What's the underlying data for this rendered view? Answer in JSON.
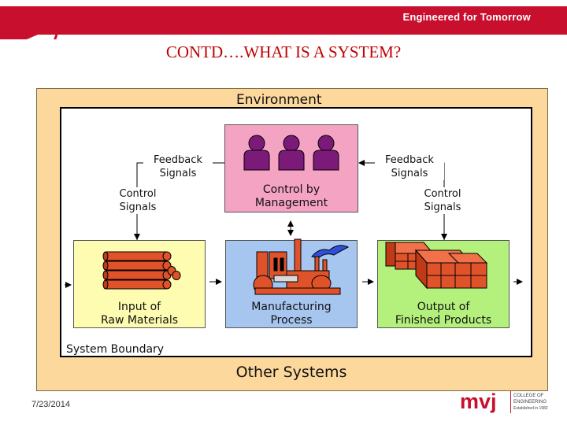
{
  "header": {
    "brand_text": "Engineered for Tomorrow"
  },
  "slide": {
    "title": "CONTD….WHAT IS A SYSTEM?"
  },
  "diagram": {
    "environment_label": "Environment",
    "system_boundary_label": "System Boundary",
    "other_systems_label": "Other Systems",
    "feedback_left": [
      "Feedback",
      "Signals"
    ],
    "feedback_right": [
      "Feedback",
      "Signals"
    ],
    "control_left": [
      "Control",
      "Signals"
    ],
    "control_right": [
      "Control",
      "Signals"
    ],
    "management_box": {
      "label": [
        "Control by",
        "Management"
      ],
      "color": "#f5a3c3",
      "icon": "managers-icon"
    },
    "input_box": {
      "label": [
        "Input of",
        "Raw Materials"
      ],
      "color": "#fefcb0",
      "icon": "logs-icon"
    },
    "process_box": {
      "label": [
        "Manufacturing",
        "Process"
      ],
      "color": "#a6c6f0",
      "icon": "factory-icon"
    },
    "output_box": {
      "label": [
        "Output of",
        "Finished Products"
      ],
      "color": "#b4f07c",
      "icon": "crates-icon"
    }
  },
  "footer": {
    "date": "7/23/2014",
    "logo": {
      "mark": "mvj",
      "lines": [
        "COLLEGE OF",
        "ENGINEERING",
        "Established in 1982"
      ]
    }
  },
  "colors": {
    "brand_red": "#c8102e",
    "environment": "#fcd89c",
    "title": "#c00000"
  }
}
